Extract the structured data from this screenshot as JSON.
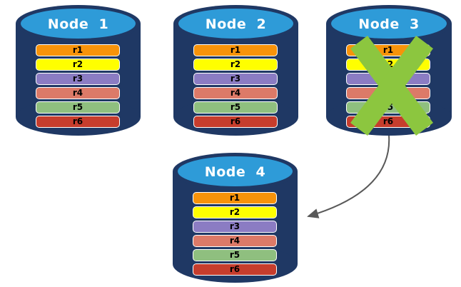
{
  "colors": {
    "background": "#FFFFFF",
    "cylinder_body": "#1F3864",
    "cylinder_top": "#2E9BD8",
    "node_title_text": "#FFFFFF",
    "bar_border": "#FFFFFF",
    "bar_text": "#000000",
    "failure_x": "#8CC63F",
    "arrow": "#595959"
  },
  "diagram": {
    "nodes": [
      {
        "label": "Node  1",
        "rows": [
          {
            "label": "r1",
            "color": "#F7930A"
          },
          {
            "label": "r2",
            "color": "#FFFF00"
          },
          {
            "label": "r3",
            "color": "#8B7CC3"
          },
          {
            "label": "r4",
            "color": "#DC7A68"
          },
          {
            "label": "r5",
            "color": "#8FBF7F"
          },
          {
            "label": "r6",
            "color": "#C63D2D"
          }
        ]
      },
      {
        "label": "Node  2",
        "rows": [
          {
            "label": "r1",
            "color": "#F7930A"
          },
          {
            "label": "r2",
            "color": "#FFFF00"
          },
          {
            "label": "r3",
            "color": "#8B7CC3"
          },
          {
            "label": "r4",
            "color": "#DC7A68"
          },
          {
            "label": "r5",
            "color": "#8FBF7F"
          },
          {
            "label": "r6",
            "color": "#C63D2D"
          }
        ]
      },
      {
        "label": "Node  3",
        "has_failure_x": true,
        "rows": [
          {
            "label": "r1",
            "color": "#F7930A"
          },
          {
            "label": "r2",
            "color": "#FFFF00"
          },
          {
            "label": "r3",
            "color": "#8B7CC3"
          },
          {
            "label": "r4",
            "color": "#DC7A68"
          },
          {
            "label": "r5",
            "color": "#8FBF7F"
          },
          {
            "label": "r6",
            "color": "#C63D2D"
          }
        ]
      },
      {
        "label": "Node  4",
        "rows": [
          {
            "label": "r1",
            "color": "#F7930A"
          },
          {
            "label": "r2",
            "color": "#FFFF00"
          },
          {
            "label": "r3",
            "color": "#8B7CC3"
          },
          {
            "label": "r4",
            "color": "#DC7A68"
          },
          {
            "label": "r5",
            "color": "#8FBF7F"
          },
          {
            "label": "r6",
            "color": "#C63D2D"
          }
        ]
      }
    ],
    "failure_marker": {
      "node": "Node  3",
      "symbol": "X"
    },
    "arrow": {
      "from": "Node  3",
      "to": "Node  4"
    }
  }
}
